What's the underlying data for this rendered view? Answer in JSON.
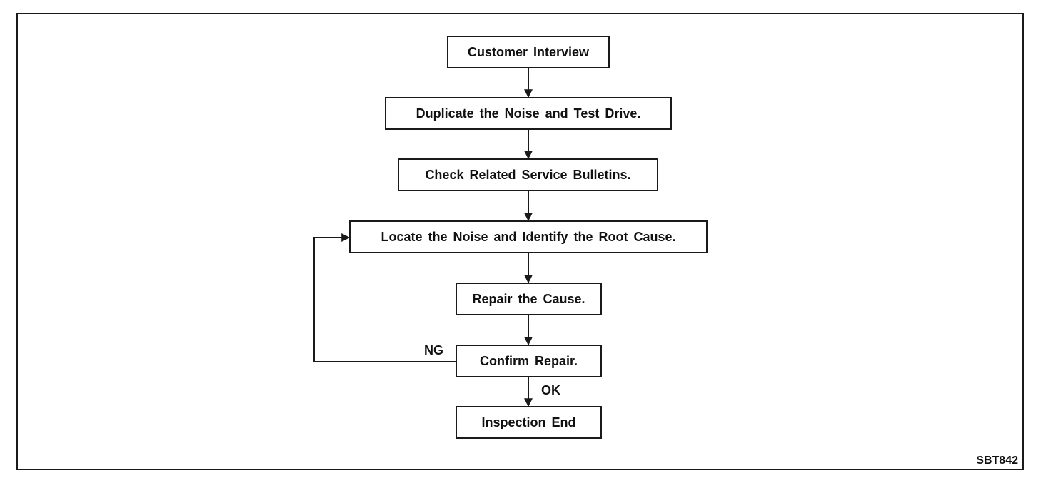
{
  "flowchart": {
    "steps": [
      "Customer Interview",
      "Duplicate the Noise and Test Drive.",
      "Check Related Service Bulletins.",
      "Locate the Noise and Identify the Root Cause.",
      "Repair the Cause.",
      "Confirm Repair.",
      "Inspection End"
    ],
    "labels": {
      "ng": "NG",
      "ok": "OK"
    },
    "figure_code": "SBT842"
  },
  "colors": {
    "line": "#1a1a1a"
  }
}
